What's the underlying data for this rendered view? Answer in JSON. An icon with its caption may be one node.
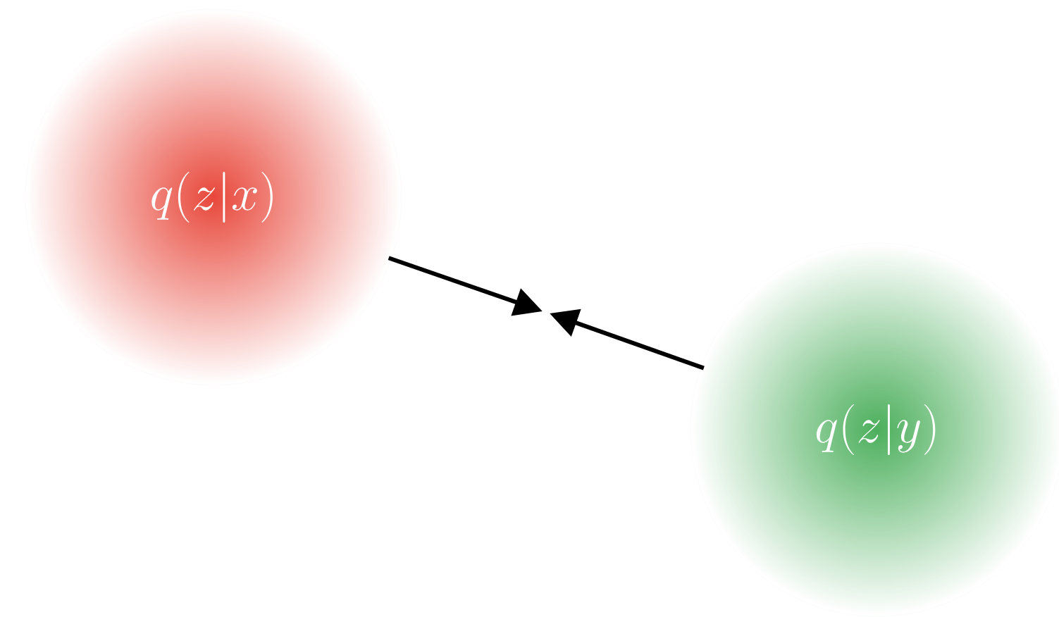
{
  "diagram": {
    "nodes": [
      {
        "text": [
          "q(z|x)"
        ]
      },
      {
        "text": [
          "q(z|y)"
        ]
      }
    ],
    "edges": [
      {
        "from": 0,
        "to": null,
        "arrow": "to"
      },
      {
        "from": 1,
        "to": null,
        "arrow": "to"
      }
    ]
  }
}
